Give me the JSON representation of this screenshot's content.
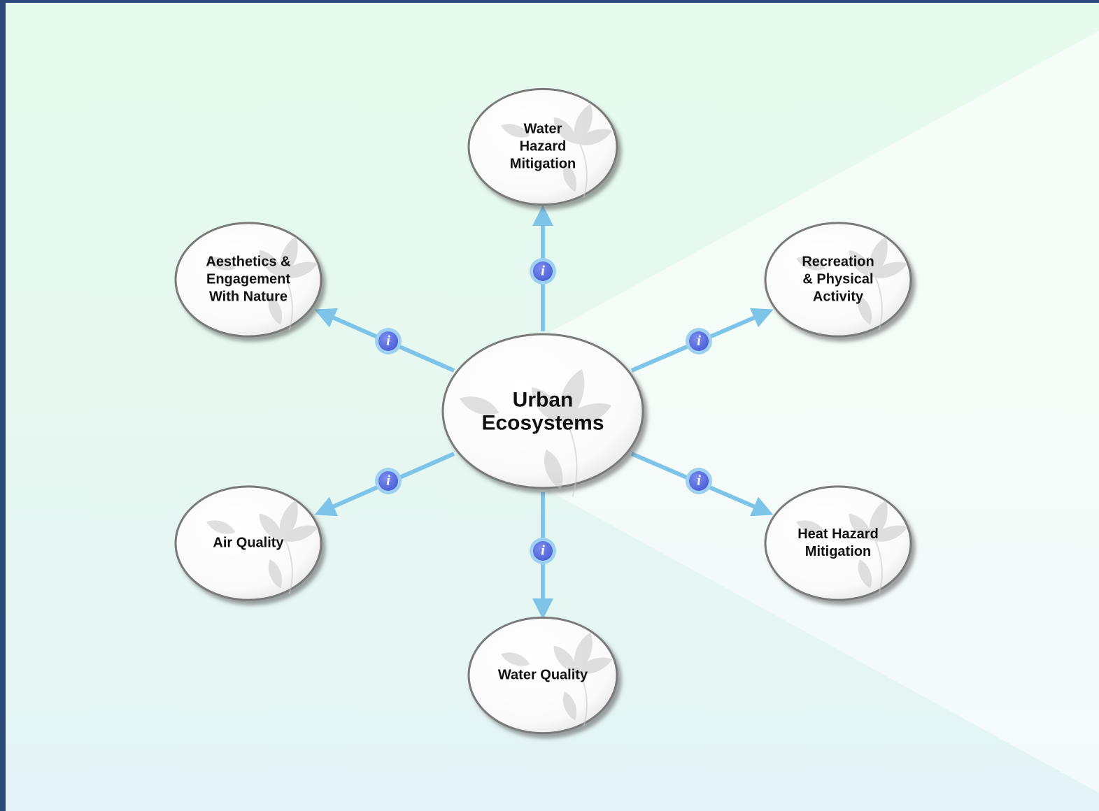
{
  "diagram": {
    "center": {
      "label_lines": [
        "Urban",
        "Ecosystems"
      ]
    },
    "nodes": [
      {
        "id": "water-hazard-mitigation",
        "label_lines": [
          "Water",
          "Hazard",
          "Mitigation"
        ]
      },
      {
        "id": "recreation-physical-activity",
        "label_lines": [
          "Recreation",
          "& Physical",
          "Activity"
        ]
      },
      {
        "id": "heat-hazard-mitigation",
        "label_lines": [
          "Heat Hazard",
          "Mitigation"
        ]
      },
      {
        "id": "water-quality",
        "label_lines": [
          "Water Quality"
        ]
      },
      {
        "id": "air-quality",
        "label_lines": [
          "Air Quality"
        ]
      },
      {
        "id": "aesthetics-engagement",
        "label_lines": [
          "Aesthetics &",
          "Engagement",
          "With Nature"
        ]
      }
    ],
    "info_badge": {
      "glyph": "i"
    },
    "colors": {
      "background_border": "#2a4a7a",
      "connector": "#7ec4e8",
      "info_badge_fill": "#5a6ee0",
      "info_badge_ring": "#9fd0f0",
      "node_fill": "#ffffff",
      "node_border": "#7a7a7a",
      "leaf_watermark": "#c8c8c8"
    }
  }
}
